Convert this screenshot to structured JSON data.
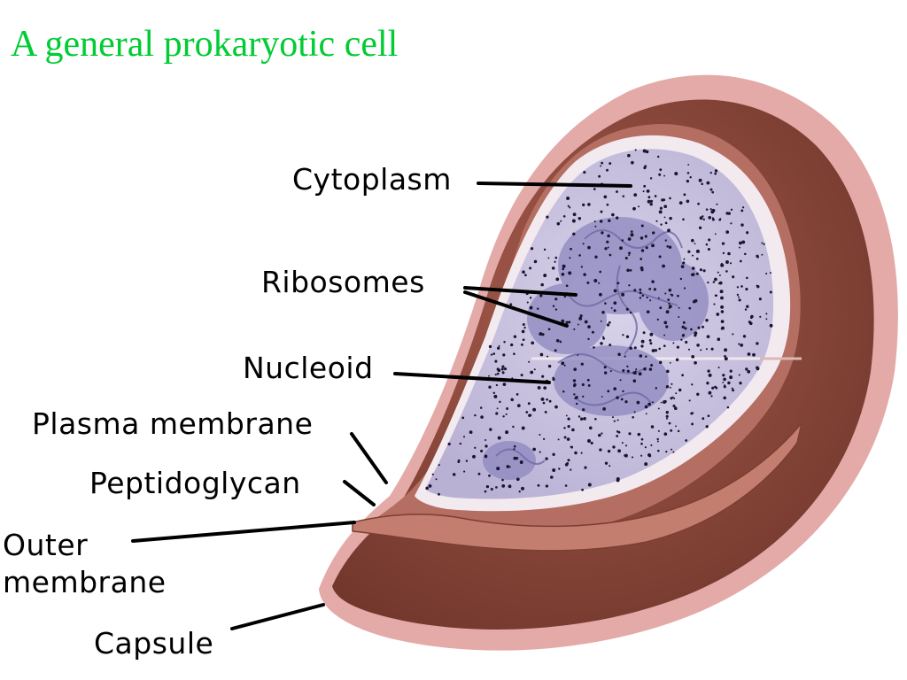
{
  "slide": {
    "title": "A general prokaryotic cell"
  },
  "diagram": {
    "labels": {
      "cytoplasm": "Cytoplasm",
      "ribosomes": "Ribosomes",
      "nucleoid": "Nucleoid",
      "plasma_membrane": "Plasma membrane",
      "peptidoglycan": "Peptidoglycan",
      "outer_membrane_line1": "Outer",
      "outer_membrane_line2": "membrane",
      "capsule": "Capsule"
    },
    "colors": {
      "title": "#00cc33",
      "capsule_halo": "#e3aaa8",
      "outer_layer": "#8a4a3e",
      "cell_wall": "#b56e62",
      "plasma_membrane": "#f3eaf0",
      "cytoplasm": "#c9c3de",
      "nucleoid": "#9c98c9",
      "ribosome_dots": "#1a1530"
    }
  }
}
